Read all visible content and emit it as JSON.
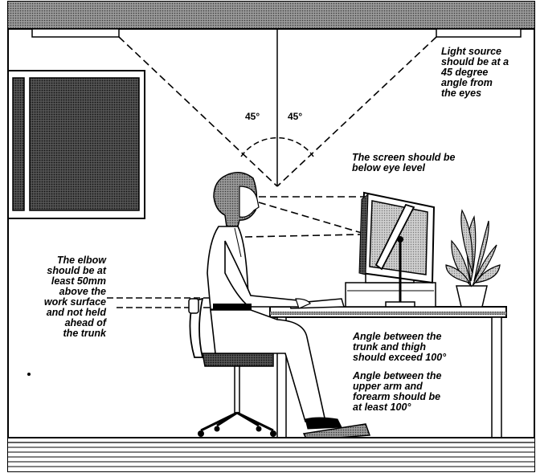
{
  "annotations": {
    "light_source": "Light source\nshould be at a\n45 degree\nangle from\nthe eyes",
    "screen_level": "The screen should be\nbelow eye level",
    "elbow": "The elbow\nshould be at\nleast 50mm\nabove the\nwork surface\nand not held\nahead of\nthe trunk",
    "trunk_thigh": "Angle between the\ntrunk and thigh\nshould exceed 100°",
    "arm_forearm": "Angle between the\nupper arm and\nforearm should be\nat least 100°"
  },
  "angles": {
    "left": "45°",
    "right": "45°"
  },
  "icon_names": [
    "ceiling-light-icon",
    "window-icon",
    "person-icon",
    "office-chair-icon",
    "desk-icon",
    "monitor-icon",
    "desk-lamp-icon",
    "potted-plant-icon",
    "footrest-icon"
  ]
}
